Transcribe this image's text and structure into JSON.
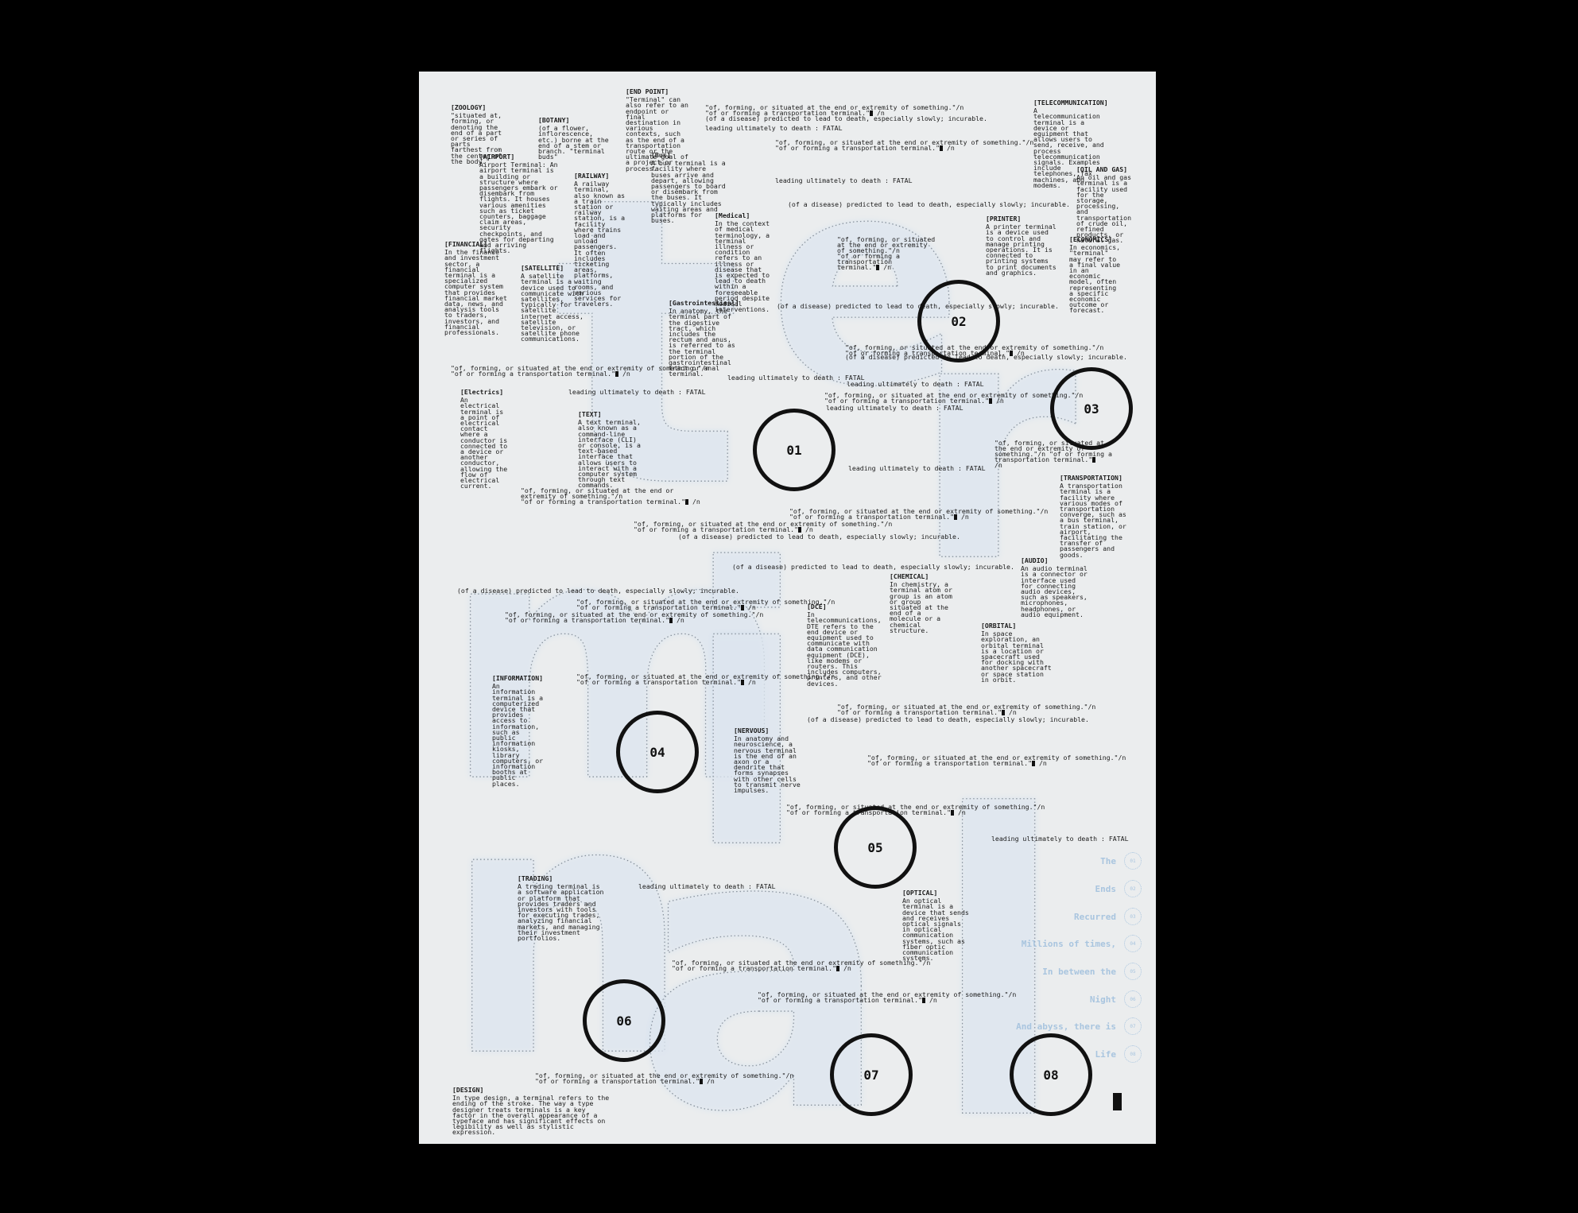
{
  "colors": {
    "background": "#000000",
    "poster": "#ebedee",
    "ink": "#1b1b1b",
    "accent": "#a9c5df",
    "outline": "#6f7a86"
  },
  "word_letters": [
    "t",
    "e",
    "r",
    "m",
    "i",
    "n",
    "a",
    "l"
  ],
  "definitions": {
    "zoology": {
      "title": "[ZOOLOGY]",
      "body": "\"situated at, forming, or denoting the end of a part or series of parts farthest from the center of the body.\""
    },
    "botany": {
      "title": "[BOTANY]",
      "body": "(of a flower, inflorescence, etc.) borne at the end of a stem or branch. \"terminal buds\""
    },
    "end_point": {
      "title": "[END POINT]",
      "body": "\"Terminal\" can also refer to an endpoint or final destination in various contexts, such as the end of a transportation route or the ultimate goal of a project or process."
    },
    "airport": {
      "title": "[AIRPORT]",
      "body": "Airport Terminal: An airport terminal is a building or structure where passengers embark or disembark from flights. It houses various amenities such as ticket counters, baggage claim areas, security checkpoints, and gates for departing and arriving flights."
    },
    "bus": {
      "title": "[Bus]",
      "body": "A bus terminal is a facility where buses arrive and depart, allowing passengers to board or disembark from the buses. It typically includes waiting areas and platforms for buses."
    },
    "railway": {
      "title": "[RAILWAY]",
      "body": "A railway terminal, also known as a train station or railway station, is a facility where trains load and unload passengers. It often includes ticketing areas, platforms, waiting rooms, and various services for travelers."
    },
    "medical": {
      "title": "[Medical]",
      "body": "In the context of medical terminology, a terminal illness or condition refers to an illness or disease that is expected to lead to death within a foreseeable period despite medical interventions."
    },
    "telecommunication": {
      "title": "[TELECOMMUNICATION]",
      "body": "A telecommunication terminal is a device or equipment that allows users to send, receive, and process telecommunication signals. Examples include telephones, fax machines, and modems."
    },
    "oil_gas": {
      "title": "[OIL AND GAS]",
      "body": "An oil and gas terminal is a facility used for the storage, processing, and transportation of crude oil, refined products, or natural gas."
    },
    "printer": {
      "title": "[PRINTER]",
      "body": "A printer terminal is a device used to control and manage printing operations. It is connected to printing systems to print documents and graphics."
    },
    "economics": {
      "title": "[ECONOMICS]",
      "body": "In economics, \"terminal\" may refer to a final value in an economic model, often representing a specific economic outcome or forecast."
    },
    "financial": {
      "title": "[FINANCIAL]",
      "body": "In the finance and investment sector, a financial terminal is a specialized computer system that provides financial market data, news, and analysis tools to traders, investors, and financial professionals."
    },
    "satellite": {
      "title": "[SATELLITE]",
      "body": "A satellite terminal is a device used to communicate with satellites, typically for satellite internet access, satellite television, or satellite phone communications."
    },
    "gastrointestinal": {
      "title": "[Gastrointestinal]",
      "body": "In anatomy, the terminal part of the digestive tract, which includes the rectum and anus, is referred to as the terminal portion of the gastrointestinal tract or anal terminal."
    },
    "electrics": {
      "title": "[Electrics]",
      "body": "An electrical terminal is a point of electrical contact where a conductor is connected to a device or another conductor, allowing the flow of electrical current."
    },
    "text": {
      "title": "[TEXT]",
      "body": "A text terminal, also known as a command-line interface (CLI) or console, is a text-based interface that allows users to interact with a computer system through text commands."
    },
    "transportation": {
      "title": "[TRANSPORTATION]",
      "body": "A transportation terminal is a facility where various modes of transportation converge, such as a bus terminal, train station, or airport, facilitating the transfer of passengers and goods."
    },
    "audio": {
      "title": "[AUDIO]",
      "body": "An audio terminal is a connector or interface used for connecting audio devices, such as speakers, microphones, headphones, or audio equipment."
    },
    "chemical": {
      "title": "[CHEMICAL]",
      "body": "In chemistry, a terminal atom or group is an atom or group situated at the end of a molecule or a chemical structure."
    },
    "dce": {
      "title": "[DCE]",
      "body": "In telecommunications, DTE refers to the end device or equipment used to communicate with data communication equipment (DCE), like modems or routers. This includes computers, printers, and other devices."
    },
    "orbital": {
      "title": "[ORBITAL]",
      "body": "In space exploration, an orbital terminal is a location or spacecraft used for docking with another spacecraft or space station in orbit."
    },
    "information": {
      "title": "[INFORMATION]",
      "body": "An information terminal is a computerized device that provides access to information, such as public information kiosks, library computers, or information booths at public places."
    },
    "nervous": {
      "title": "[NERVOUS]",
      "body": "In anatomy and neuroscience, a nervous terminal is the end of an axon or a dendrite that forms synapses with other cells to transmit nerve impulses."
    },
    "trading": {
      "title": "[TRADING]",
      "body": "A trading terminal is a software application or platform that provides traders and investors with tools for executing trades, analyzing financial markets, and managing their investment portfolios."
    },
    "optical": {
      "title": "[OPTICAL]",
      "body": "An optical terminal is a device that sends and receives optical signals in optical communication systems, such as fiber optic communication systems."
    },
    "design": {
      "title": "[DESIGN]",
      "body": "In type design, a terminal refers to the ending of the stroke. The way a type designer treats terminals is a key factor in the overall appearance of a typeface and has significant effects on legibility as well as stylistic expression."
    }
  },
  "phrases": {
    "a_line1": "\"of, forming, or situated at the end or extremity of something.\"/n",
    "a_line2": "\"of or forming a transportation terminal.\"",
    "a_tail": " /n",
    "b": "(of a disease) predicted to lead to death, especially slowly; incurable.",
    "c": "leading ultimately to death : FATAL",
    "c2_line1": "\"of, forming, or situated at the end or",
    "c2_line2": "extremity of something.\"/n",
    "c2_line3": "\"of or forming a transportation terminal.\"",
    "d_line1": "\"of, forming, or situated",
    "d_line2": "at the end or extremity",
    "d_line3": "of something.\"/n",
    "d_line4": "\"of or forming a",
    "d_line5": "transportation",
    "d_line6": "terminal.\"",
    "e_line1": "\"of, forming, or situated at",
    "e_line2": "the end or extremity of",
    "e_line3": "something.\"/n \"of or forming a",
    "e_line4": "transportation terminal.\"",
    "e_line5": "/n"
  },
  "circles": [
    "01",
    "02",
    "03",
    "04",
    "05",
    "06",
    "07",
    "08"
  ],
  "toc": [
    {
      "label": "The",
      "num": "01"
    },
    {
      "label": "Ends",
      "num": "02"
    },
    {
      "label": "Recurred",
      "num": "03"
    },
    {
      "label": "Millions of times,",
      "num": "04"
    },
    {
      "label": "In between the",
      "num": "05"
    },
    {
      "label": "Night",
      "num": "06"
    },
    {
      "label": "And abyss, there is",
      "num": "07"
    },
    {
      "label": "Life",
      "num": "08"
    }
  ]
}
